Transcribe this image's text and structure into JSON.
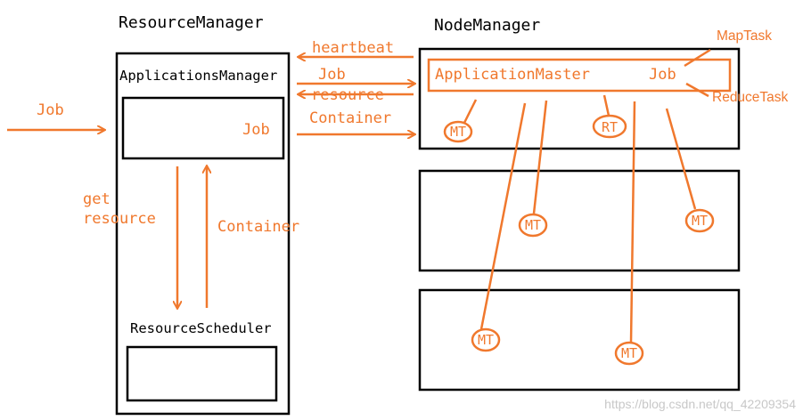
{
  "diagram": {
    "colors": {
      "orange": "#f0782d",
      "black": "#000000",
      "watermark": "#c8c8c8"
    },
    "resource_manager": {
      "title": "ResourceManager",
      "applications_manager": "ApplicationsManager",
      "inner_job": "Job",
      "resource_scheduler": "ResourceScheduler"
    },
    "node_manager": {
      "title": "NodeManager",
      "application_master": "ApplicationMaster",
      "am_job": "Job"
    },
    "labels": {
      "map_task": "MapTask",
      "reduce_task": "ReduceTask",
      "heartbeat": "heartbeat",
      "job_to_nm": "Job",
      "resource": "resource",
      "container_to_nm": "Container",
      "incoming_job": "Job",
      "get": "get",
      "get_resource": "resource",
      "container_back": "Container"
    },
    "tasks": {
      "mt": "MT",
      "rt": "RT"
    },
    "watermark": "https://blog.csdn.net/qq_42209354"
  }
}
